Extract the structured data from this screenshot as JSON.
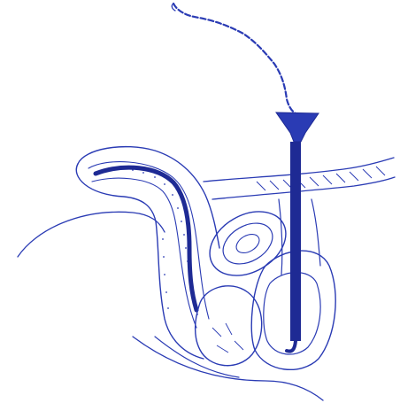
{
  "image": {
    "style": "hand-drawn ballpoint pen anatomical sketch",
    "ink_color": "#2a3bb4",
    "dark_ink_color": "#1e2a94",
    "background_color": "#ffffff",
    "subject_parts": [
      "catheter-wire",
      "funnel-cone",
      "cannula-tube",
      "organ-outline",
      "curved-channel",
      "oval-spiral-mass",
      "lower-lobe",
      "ground-curve",
      "hatched-band"
    ]
  }
}
